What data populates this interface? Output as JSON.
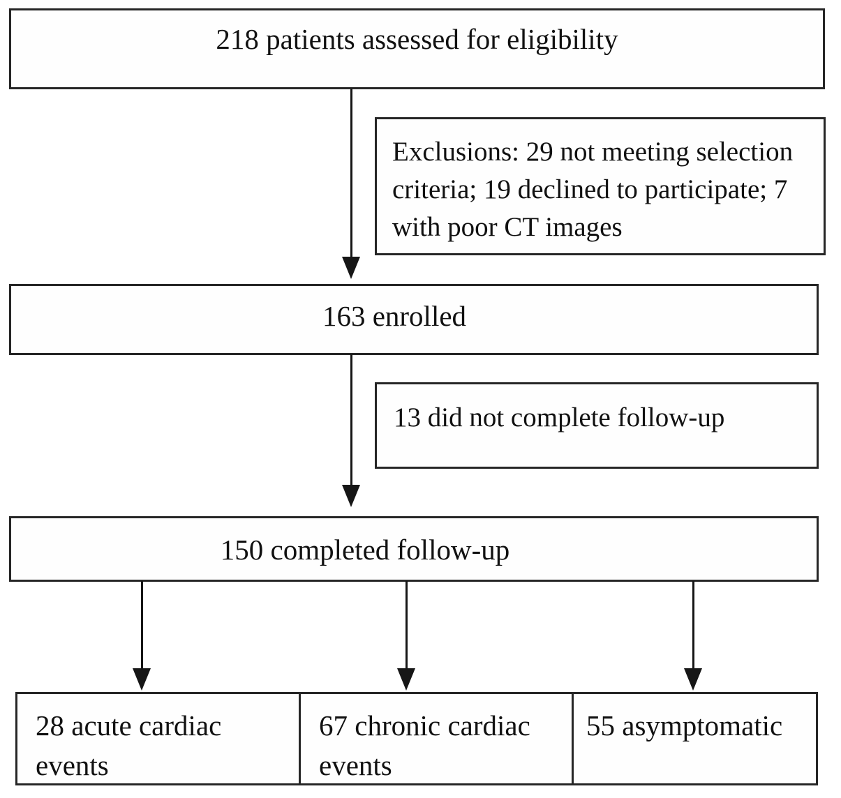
{
  "diagram": {
    "type": "patient-flow-diagram",
    "colors": {
      "background": "#ffffff",
      "border": "#262626",
      "text": "#111111",
      "arrow": "#161616"
    },
    "nodes": {
      "eligibility": {
        "label": "218 patients assessed for eligibility"
      },
      "exclusions": {
        "label": "Exclusions: 29 not meeting selection criteria; 19 declined to participate; 7 with poor CT images"
      },
      "enrolled": {
        "label": "163 enrolled"
      },
      "no_followup": {
        "label": "13 did not complete follow-up"
      },
      "completed": {
        "label": "150 completed follow-up"
      },
      "acute": {
        "label": "28 acute cardiac events"
      },
      "chronic": {
        "label": "67 chronic cardiac events"
      },
      "asymptomatic": {
        "label": "55 asymptomatic"
      }
    }
  }
}
